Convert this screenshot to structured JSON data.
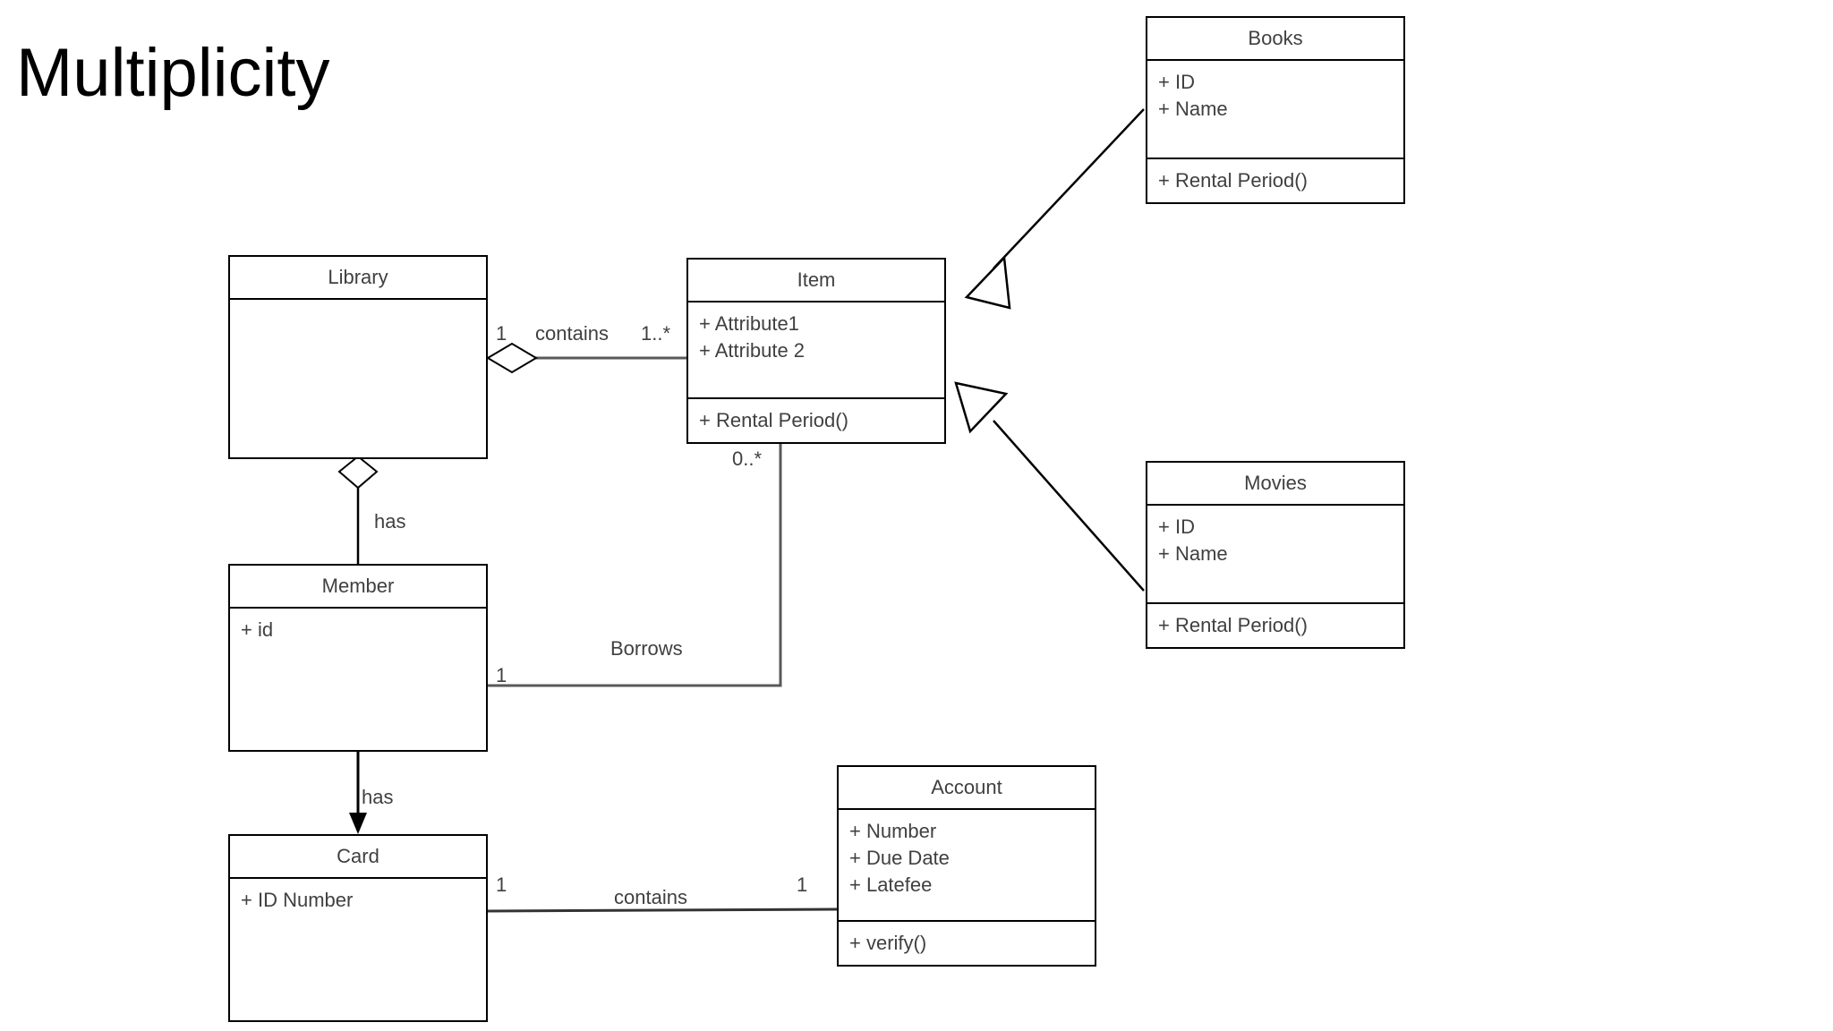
{
  "slide": {
    "title": "Multiplicity"
  },
  "diagram": {
    "type": "uml-class-diagram",
    "classes": [
      {
        "id": "books",
        "name": "Books",
        "attributes": [
          "+ ID",
          "+ Name"
        ],
        "operations": [
          "+ Rental Period()"
        ]
      },
      {
        "id": "item",
        "name": "Item",
        "attributes": [
          "+ Attribute1",
          "+ Attribute 2"
        ],
        "operations": [
          "+ Rental Period()"
        ]
      },
      {
        "id": "library",
        "name": "Library",
        "attributes": [],
        "operations": []
      },
      {
        "id": "movies",
        "name": "Movies",
        "attributes": [
          "+ ID",
          "+ Name"
        ],
        "operations": [
          "+ Rental Period()"
        ]
      },
      {
        "id": "member",
        "name": "Member",
        "attributes": [
          "+ id"
        ],
        "operations": []
      },
      {
        "id": "card",
        "name": "Card",
        "attributes": [
          "+ ID Number"
        ],
        "operations": []
      },
      {
        "id": "account",
        "name": "Account",
        "attributes": [
          "+ Number",
          "+ Due Date",
          "+ Latefee"
        ],
        "operations": [
          "+ verify()"
        ]
      }
    ],
    "relationships": [
      {
        "id": "library-contains-item",
        "from": "library",
        "to": "item",
        "kind": "aggregation",
        "label": "contains",
        "source_multiplicity": "1",
        "target_multiplicity": "1..*"
      },
      {
        "id": "library-has-member",
        "from": "library",
        "to": "member",
        "kind": "aggregation",
        "label": "has",
        "source_multiplicity": "",
        "target_multiplicity": ""
      },
      {
        "id": "member-borrows-item",
        "from": "member",
        "to": "item",
        "kind": "association",
        "label": "Borrows",
        "source_multiplicity": "1",
        "target_multiplicity": "0..*"
      },
      {
        "id": "member-has-card",
        "from": "member",
        "to": "card",
        "kind": "directed-association",
        "label": "has",
        "source_multiplicity": "",
        "target_multiplicity": ""
      },
      {
        "id": "card-contains-account",
        "from": "card",
        "to": "account",
        "kind": "association",
        "label": "contains",
        "source_multiplicity": "1",
        "target_multiplicity": "1"
      },
      {
        "id": "books-generalizes-item",
        "from": "books",
        "to": "item",
        "kind": "generalization",
        "label": "",
        "source_multiplicity": "",
        "target_multiplicity": ""
      },
      {
        "id": "movies-generalizes-item",
        "from": "movies",
        "to": "item",
        "kind": "generalization",
        "label": "",
        "source_multiplicity": "",
        "target_multiplicity": ""
      }
    ],
    "colors": {
      "line": "#000000",
      "text": "#404040",
      "background": "#ffffff"
    }
  }
}
